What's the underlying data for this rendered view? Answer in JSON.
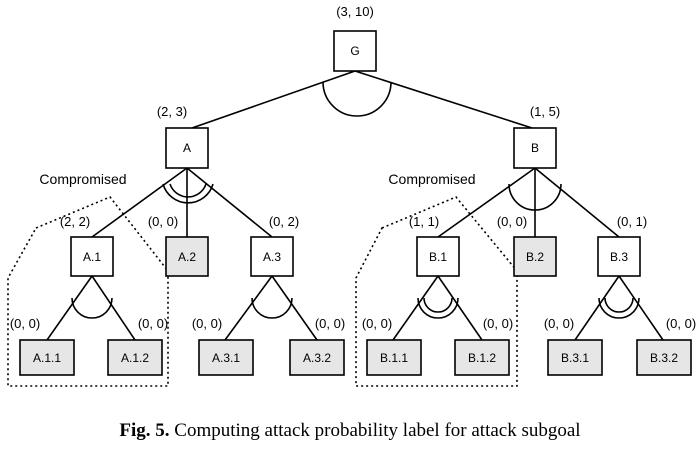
{
  "nodes": {
    "G": {
      "label": "G",
      "value": "(3, 10)",
      "shaded": false
    },
    "A": {
      "label": "A",
      "value": "(2, 3)",
      "shaded": false
    },
    "B": {
      "label": "B",
      "value": "(1, 5)",
      "shaded": false
    },
    "A1": {
      "label": "A.1",
      "value": "(2, 2)",
      "shaded": false
    },
    "A2": {
      "label": "A.2",
      "value": "(0, 0)",
      "shaded": true
    },
    "A3": {
      "label": "A.3",
      "value": "(0, 2)",
      "shaded": false
    },
    "B1": {
      "label": "B.1",
      "value": "(1, 1)",
      "shaded": false
    },
    "B2": {
      "label": "B.2",
      "value": "(0, 0)",
      "shaded": true
    },
    "B3": {
      "label": "B.3",
      "value": "(0, 1)",
      "shaded": false
    },
    "A11": {
      "label": "A.1.1",
      "value": "(0, 0)",
      "shaded": true
    },
    "A12": {
      "label": "A.1.2",
      "value": "(0, 0)",
      "shaded": true
    },
    "A31": {
      "label": "A.3.1",
      "value": "(0, 0)",
      "shaded": true
    },
    "A32": {
      "label": "A.3.2",
      "value": "(0, 0)",
      "shaded": true
    },
    "B11": {
      "label": "B.1.1",
      "value": "(0, 0)",
      "shaded": true
    },
    "B12": {
      "label": "B.1.2",
      "value": "(0, 0)",
      "shaded": true
    },
    "B31": {
      "label": "B.3.1",
      "value": "(0, 0)",
      "shaded": true
    },
    "B32": {
      "label": "B.3.2",
      "value": "(0, 0)",
      "shaded": true
    }
  },
  "compromised": {
    "left": "Compromised",
    "right": "Compromised"
  },
  "caption": {
    "fig": "Fig. 5.",
    "text": " Computing attack probability label for attack subgoal"
  },
  "colors": {
    "shaded": "#e6e6e6",
    "stroke": "#000000"
  }
}
